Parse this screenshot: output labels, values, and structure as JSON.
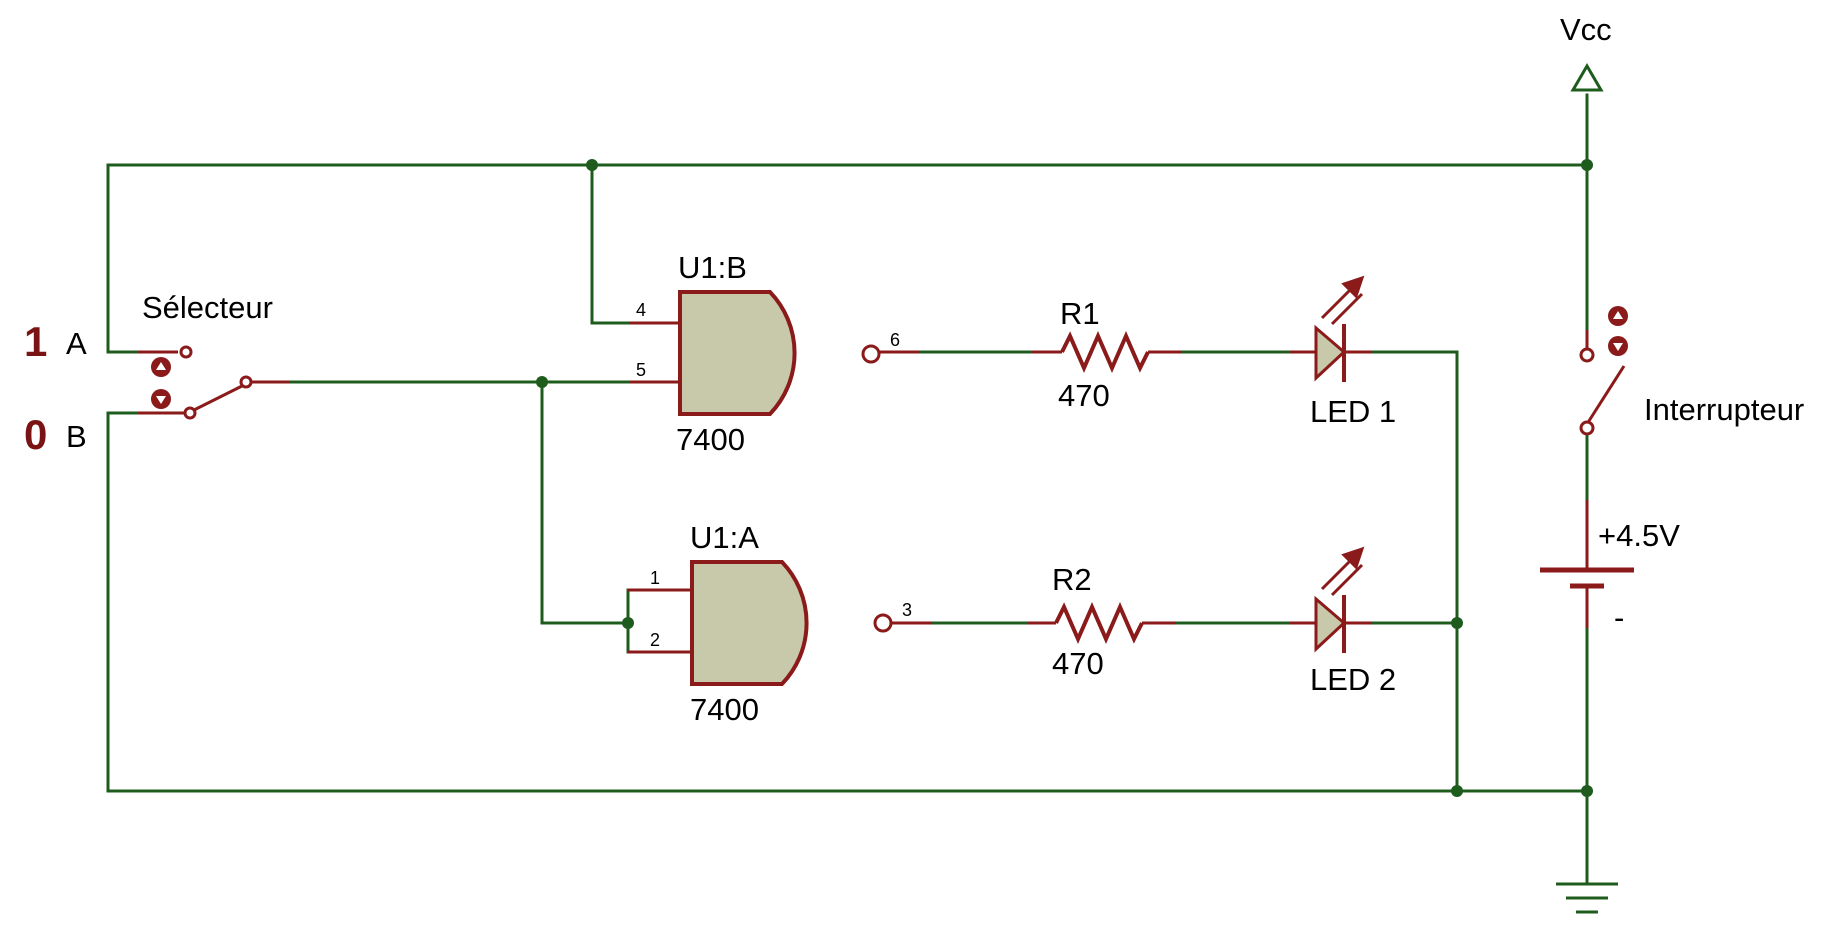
{
  "colors": {
    "wire": "#1e5c1e",
    "component": "#8b1a1a",
    "gate_fill": "#c8c8aa",
    "text": "#000000"
  },
  "labels": {
    "vcc": "Vcc",
    "selector": "Sélecteur",
    "switch": "Interrupteur",
    "battery_plus": "+4.5V",
    "battery_minus": "-",
    "pos_a": "A",
    "pos_b": "B",
    "input_one": "1",
    "input_zero": "0"
  },
  "gates": [
    {
      "ref": "U1:B",
      "part": "7400",
      "pins": [
        "4",
        "5",
        "6"
      ]
    },
    {
      "ref": "U1:A",
      "part": "7400",
      "pins": [
        "1",
        "2",
        "3"
      ]
    }
  ],
  "resistors": [
    {
      "ref": "R1",
      "value": "470"
    },
    {
      "ref": "R2",
      "value": "470"
    }
  ],
  "leds": [
    {
      "ref": "LED 1"
    },
    {
      "ref": "LED 2"
    }
  ]
}
